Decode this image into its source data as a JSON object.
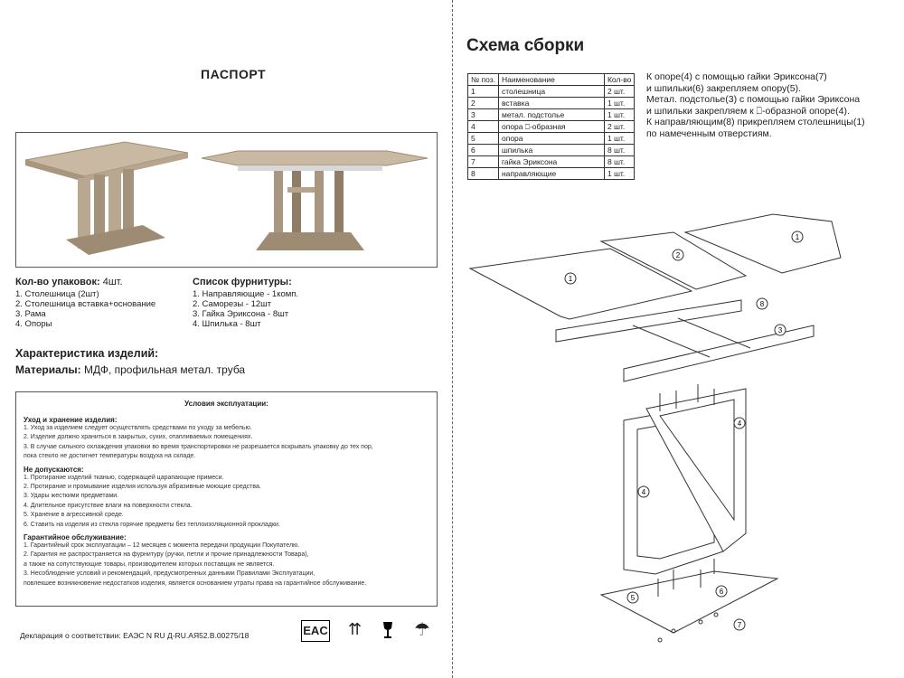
{
  "left": {
    "title": "ПАСПОРТ",
    "packages": {
      "label": "Кол-во упаковок:",
      "value": "4шт.",
      "items": [
        "1. Столешница (2шт)",
        "2. Столешница вставка+основание",
        "3. Рама",
        "4. Опоры"
      ]
    },
    "hardware": {
      "label": "Список фурнитуры:",
      "items": [
        "1. Направляющие - 1комп.",
        "2. Саморезы - 12шт",
        "3. Гайка Эриксона - 8шт",
        "4. Шпилька  - 8шт"
      ]
    },
    "characteristics": "Характеристика изделий:",
    "materials": {
      "label": "Материалы:",
      "value": "МДФ, профильная метал. труба"
    },
    "conditions": {
      "title": "Условия эксплуатации:",
      "care_title": "Уход и хранение изделия:",
      "care": [
        "1. Уход за изделием следует осуществлять средствами по уходу за мебелью.",
        "2. Изделие должно храниться в закрытых, сухих, отапливаемых помещениях.",
        "3. В случае сильного охлаждения упаковки во время транспортировки не разрешается вскрывать упаковку до тех пор,",
        "пока стекло не достигнет температуры воздуха на складе."
      ],
      "forbidden_title": "Не допускаются:",
      "forbidden": [
        "1. Протирание изделий тканью, содержащей царапающие примеси.",
        "2. Протирание и промывание изделия используя абразивные моющие средства.",
        "3. Удары жесткими предметами.",
        "4. Длительное присутствие влаги на поверхности стекла.",
        "5. Хранение в агрессивной среде.",
        "6. Ставить на изделия из стекла горячие предметы без теплоизоляционной прокладки."
      ],
      "warranty_title": "Гарантийное обслуживание:",
      "warranty": [
        "1. Гарантийный срок эксплуатации  – 12 месяцев с момента передачи продукции Покупателю.",
        "2. Гарантия не распространяется на фурнитуру (ручки, петли и прочие принадлежности Товара),",
        "а также на сопутствующие товары, производителем которых поставщик не является.",
        "3. Несоблюдение условий и рекомендаций,  предусмотренных данными Правилами Эксплуатации,",
        "повлекшее возникновение недостатков изделия, является основанием утраты права на гарантийное обслуживание."
      ]
    },
    "declaration": "Декларация о соответствии: ЕАЭС N RU Д-RU.АЯ52.В.00275/18",
    "marks": {
      "eac": "EAC",
      "arrows": "⇈",
      "fragile": "🍷",
      "umbrella": "☂"
    }
  },
  "right": {
    "title": "Схема сборки",
    "table": {
      "headers": [
        "№ поз.",
        "Наименование",
        "Кол-во"
      ],
      "rows": [
        [
          "1",
          "столешница",
          "2 шт."
        ],
        [
          "2",
          "вставка",
          "1 шт."
        ],
        [
          "3",
          "метал. подстолье",
          "1 шт."
        ],
        [
          "4",
          "опора ⎕-образная",
          "2 шт."
        ],
        [
          "5",
          "опора",
          "1 шт."
        ],
        [
          "6",
          "шпилька",
          "8 шт."
        ],
        [
          "7",
          "гайка Эриксона",
          "8 шт."
        ],
        [
          "8",
          "направляющие",
          "1 шт."
        ]
      ]
    },
    "instructions": [
      "К опоре(4) с помощью гайки Эриксона(7)",
      "и шпильки(6) закрепляем опору(5).",
      "Метал. подстолье(3) с помощью гайки Эриксона",
      "и шпильки закрепляем к ⎕-образной опоре(4).",
      "К направляющим(8) прикрепляем столешницы(1)",
      "по намеченным отверстиям."
    ],
    "callouts": [
      "1",
      "2",
      "1",
      "8",
      "3",
      "4",
      "4",
      "5",
      "6",
      "7"
    ]
  }
}
